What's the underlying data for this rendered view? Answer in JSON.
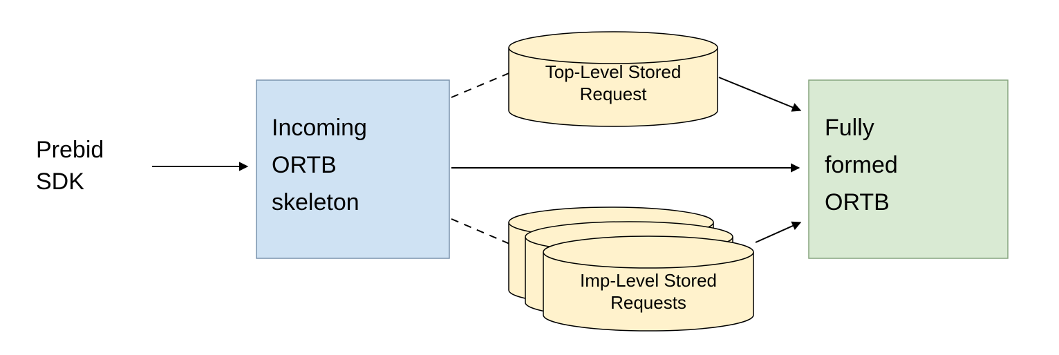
{
  "nodes": {
    "prebid_sdk": {
      "label": "Prebid\nSDK"
    },
    "incoming_ortb": {
      "label": "Incoming\nORTB\nskeleton",
      "fill": "#cfe2f3"
    },
    "fully_formed_ortb": {
      "label": "Fully\nformed\nORTB",
      "fill": "#d9ead3"
    },
    "top_level_stored_request": {
      "label": "Top-Level Stored\nRequest",
      "fill": "#fff2cc"
    },
    "imp_level_stored_requests": {
      "label": "Imp-Level Stored\nRequests",
      "fill": "#fff2cc"
    }
  },
  "edges": [
    {
      "from": "prebid_sdk",
      "to": "incoming_ortb",
      "style": "solid-arrow"
    },
    {
      "from": "incoming_ortb",
      "to": "top_level_stored_request",
      "style": "dashed"
    },
    {
      "from": "top_level_stored_request",
      "to": "fully_formed_ortb",
      "style": "solid-arrow"
    },
    {
      "from": "incoming_ortb",
      "to": "fully_formed_ortb",
      "style": "solid-arrow"
    },
    {
      "from": "incoming_ortb",
      "to": "imp_level_stored_requests",
      "style": "dashed"
    },
    {
      "from": "imp_level_stored_requests",
      "to": "fully_formed_ortb",
      "style": "solid-arrow"
    }
  ],
  "colors": {
    "background": "#ffffff",
    "line": "#000000",
    "blue_box_fill": "#cfe2f3",
    "green_box_fill": "#d9ead3",
    "cylinder_fill": "#fff2cc"
  }
}
